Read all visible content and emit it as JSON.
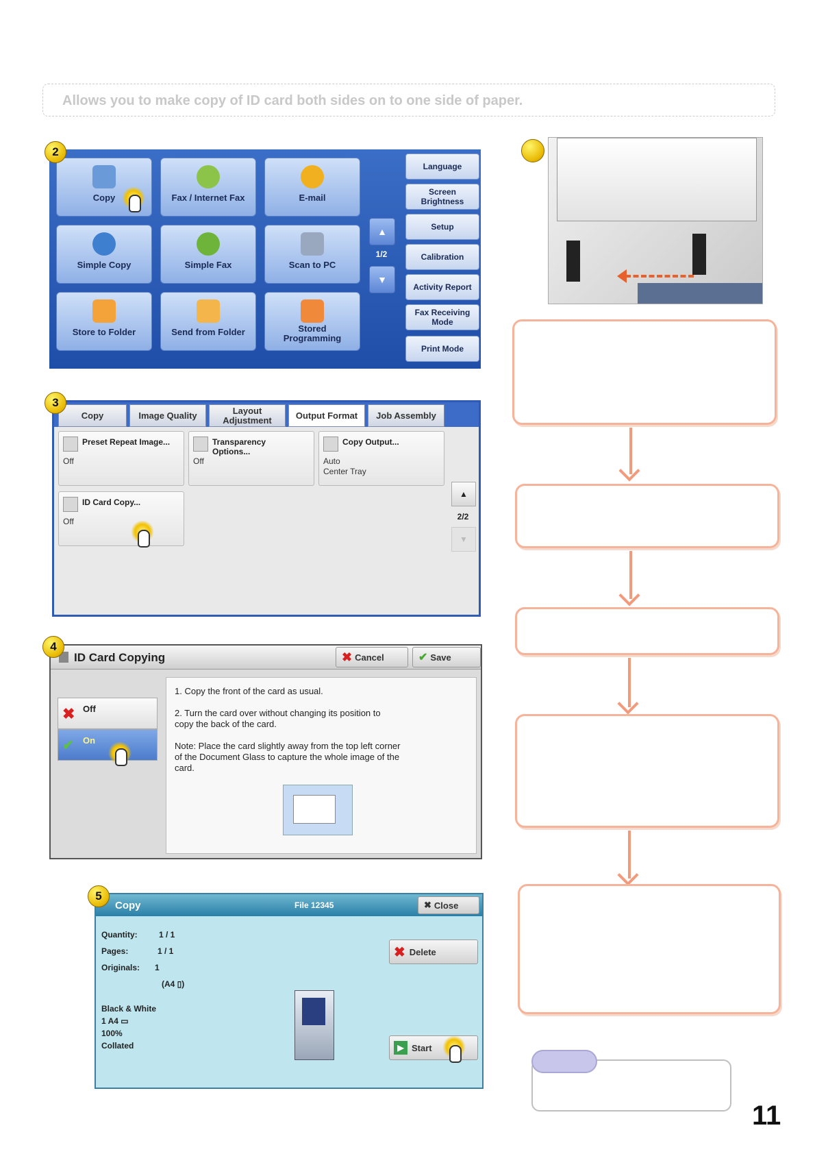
{
  "intro": "Allows you to make copy of ID card both sides on to one side of paper.",
  "steps": {
    "s2": "2",
    "s3": "3",
    "s4": "4",
    "s5": "5"
  },
  "home": {
    "tiles": [
      "Copy",
      "Fax / Internet Fax",
      "E-mail",
      "Simple Copy",
      "Simple Fax",
      "Scan to PC",
      "Store to Folder",
      "Send from Folder",
      "Stored Programming"
    ],
    "page": "1/2",
    "side": [
      "Language",
      "Screen Brightness",
      "Setup",
      "Calibration",
      "Activity Report",
      "Fax Receiving Mode",
      "Print Mode"
    ]
  },
  "copy_tabs": {
    "tabs": [
      "Copy",
      "Image Quality",
      "Layout Adjustment",
      "Output Format",
      "Job Assembly"
    ],
    "options": [
      {
        "title": "Preset Repeat Image...",
        "value": "Off"
      },
      {
        "title": "Transparency Options...",
        "value": "Off"
      },
      {
        "title": "Copy Output...",
        "value": "Auto",
        "value2": "Center Tray"
      },
      {
        "title": "ID Card Copy...",
        "value": "Off"
      }
    ],
    "page": "2/2"
  },
  "id_card": {
    "title": "ID Card Copying",
    "cancel": "Cancel",
    "save": "Save",
    "off": "Off",
    "on": "On",
    "line1": "1. Copy the front of the card as usual.",
    "line2": "2. Turn the card over without changing its position to copy the back of the card.",
    "note": "Note: Place the card slightly away from the top left corner of the Document Glass to capture the whole image of the card."
  },
  "job": {
    "title": "Copy",
    "file": "File 12345",
    "close": "Close",
    "quantity_label": "Quantity:",
    "quantity": "1 / 1",
    "pages_label": "Pages:",
    "pages": "1 / 1",
    "originals_label": "Originals:",
    "originals": "1",
    "size": "(A4 ▯)",
    "color": "Black & White",
    "tray": "1   A4 ▭",
    "scale": "100%",
    "collate": "Collated",
    "delete": "Delete",
    "start": "Start"
  },
  "page_number": "11",
  "colors": {
    "flow_border": "#f5b39a",
    "flow_arrow": "#f19a7c",
    "panel_blue": "#2f5bb4"
  }
}
